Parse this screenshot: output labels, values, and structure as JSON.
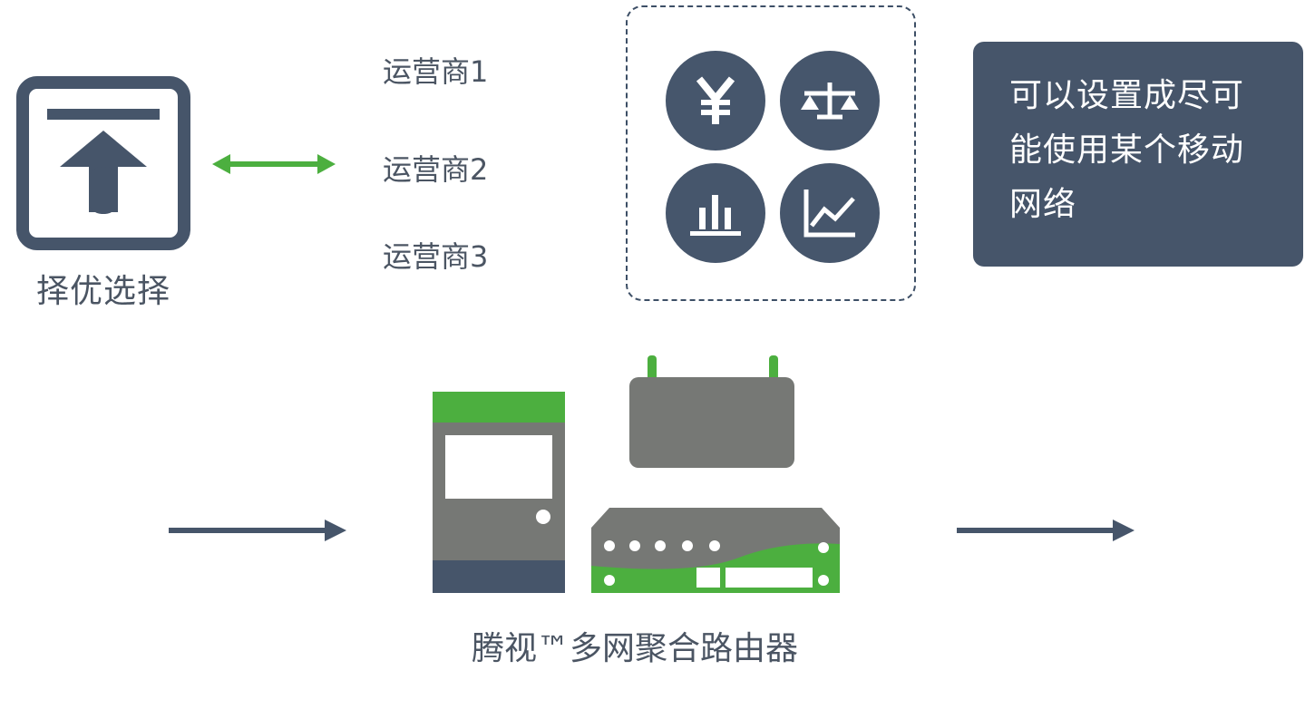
{
  "selection": {
    "label": "择优选择",
    "icon": "upload-arrow-icon"
  },
  "operators": [
    {
      "label": "运营商1"
    },
    {
      "label": "运营商2"
    },
    {
      "label": "运营商3"
    }
  ],
  "criteria_icons": [
    {
      "icon": "yen-icon",
      "glyph": "¥"
    },
    {
      "icon": "scale-balance-icon"
    },
    {
      "icon": "bar-chart-icon"
    },
    {
      "icon": "line-chart-icon"
    }
  ],
  "info_note": {
    "lines": [
      "可以设置成尽可",
      "能使用某个移动",
      "网络"
    ]
  },
  "device": {
    "label": "腾视™多网聚合路由器"
  },
  "colors": {
    "slate": "#46556a",
    "green": "#4caf3f",
    "gray_device": "#767875",
    "text": "#4b5563"
  }
}
